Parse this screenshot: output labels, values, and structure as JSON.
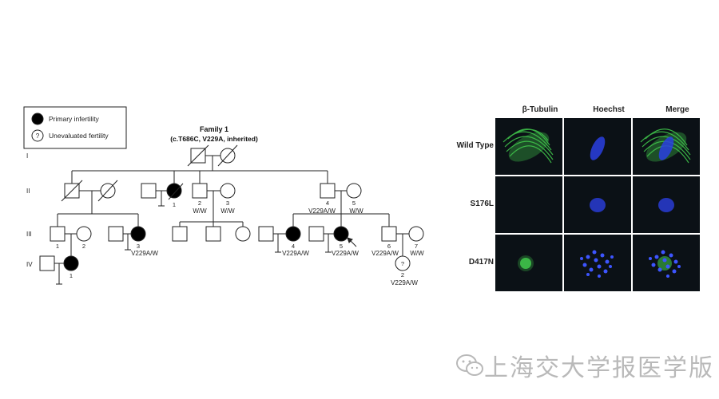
{
  "legend": {
    "affected_label": "Primary infertility",
    "unknown_label": "Unevaluated fertility",
    "unknown_symbol": "?"
  },
  "family": {
    "title": "Family 1",
    "subtitle": "(c.T686C, V229A, inherited)"
  },
  "generations": [
    "I",
    "II",
    "III",
    "IV"
  ],
  "ids": {
    "II1": "1",
    "II2": "2",
    "II3": "3",
    "II4": "4",
    "II5": "5",
    "III1": "1",
    "III2": "2",
    "III3": "3",
    "III4": "4",
    "III5": "5",
    "III6": "6",
    "III7": "7",
    "IV1": "1",
    "IV2": "2"
  },
  "genotypes": {
    "II2": "W/W",
    "II3": "W/W",
    "II4": "V229A/W",
    "II5": "W/W",
    "III3": "V229A/W",
    "III4": "V229A/W",
    "III5": "V229A/W",
    "III6": "V229A/W",
    "III7": "W/W",
    "IV2": "V229A/W"
  },
  "microscopy": {
    "columns": [
      "β-Tubulin",
      "Hoechst",
      "Merge"
    ],
    "rows": [
      "Wild Type",
      "S176L",
      "D417N"
    ]
  },
  "colors": {
    "affected": "#000000",
    "tubulin": "#3fc24a",
    "hoechst": "#2a3fe0",
    "panel_bg": "#0b1116"
  },
  "watermark": {
    "text": "上海交大学报医学版"
  }
}
